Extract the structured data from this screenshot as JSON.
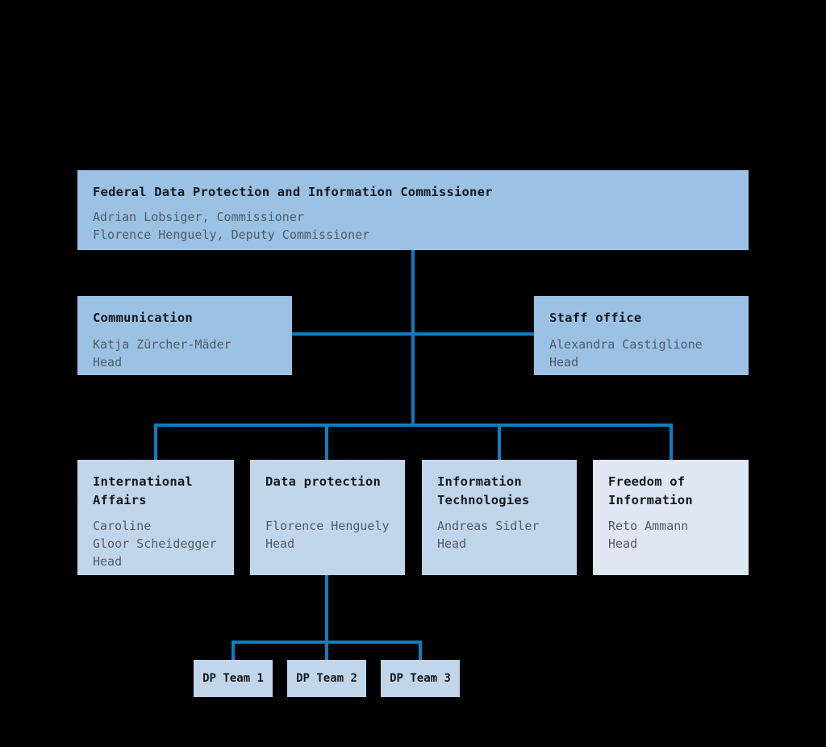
{
  "page": {
    "background": "#000000",
    "description": "Organization chart of the Federal Data Protection and Information Commissioner"
  },
  "colors": {
    "page-bg": "#000000",
    "connector": "#0f7dc0",
    "box-primary": "#9bc1e5",
    "box-secondary": "#c2d6eb",
    "box-tertiary": "#dfe7f2",
    "title-text": "#15191e",
    "body-text": "#515b64"
  },
  "nodes": {
    "commissioner": {
      "title": "Federal Data Protection and Information Commissioner",
      "body": [
        "Adrian Lobsiger, Commissioner",
        "Florence Henguely, Deputy Commissioner"
      ]
    },
    "communication": {
      "title": "Communication",
      "body": [
        "Katja Zürcher-Mäder",
        "Head"
      ]
    },
    "staff_office": {
      "title": "Staff office",
      "body": [
        "Alexandra Castiglione",
        "Head"
      ]
    },
    "international_affairs": {
      "title": "International Affairs",
      "body": [
        "Caroline",
        "Gloor Scheidegger",
        "Head"
      ]
    },
    "data_protection": {
      "title": "Data protection",
      "body": [
        "Florence Henguely",
        "Head"
      ]
    },
    "information_technologies": {
      "title": "Information Technologies",
      "body": [
        "Andreas Sidler",
        "Head"
      ]
    },
    "freedom_of_information": {
      "title": "Freedom of Information",
      "body": [
        "Reto Ammann",
        "Head"
      ]
    },
    "dp_team_1": {
      "title": "DP Team 1"
    },
    "dp_team_2": {
      "title": "DP Team 2"
    },
    "dp_team_3": {
      "title": "DP Team 3"
    }
  }
}
